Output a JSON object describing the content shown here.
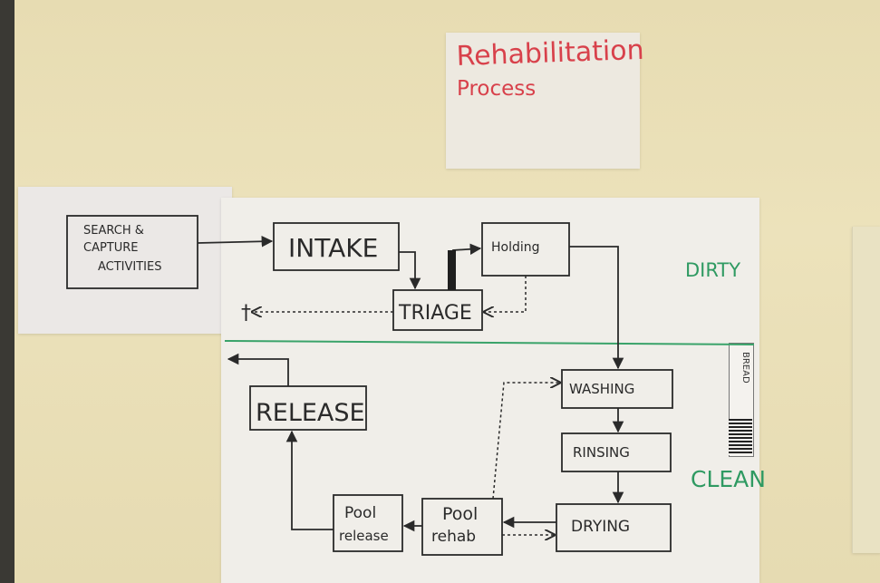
{
  "title": {
    "line1": "Rehabilitation",
    "line2": "Process",
    "color": "#d8414b"
  },
  "zones": {
    "dirty": "DIRTY",
    "clean": "CLEAN",
    "color": "#2f9a62",
    "divider_color": "#3aa36a"
  },
  "nodes": {
    "search_line1": "SEARCH &",
    "search_line2": "CAPTURE",
    "search_line3": "ACTIVITIES",
    "intake": "INTAKE",
    "holding": "Holding",
    "triage": "TRIAGE",
    "washing": "WASHING",
    "rinsing": "RINSING",
    "drying": "DRYING",
    "pool_rehab_line1": "Pool",
    "pool_rehab_line2": "rehab",
    "pool_release_line1": "Pool",
    "pool_release_line2": "release",
    "release": "RELEASE"
  },
  "dead_marker": "†",
  "sheet_label": "BREAD",
  "ink_color": "#2a2a2a"
}
